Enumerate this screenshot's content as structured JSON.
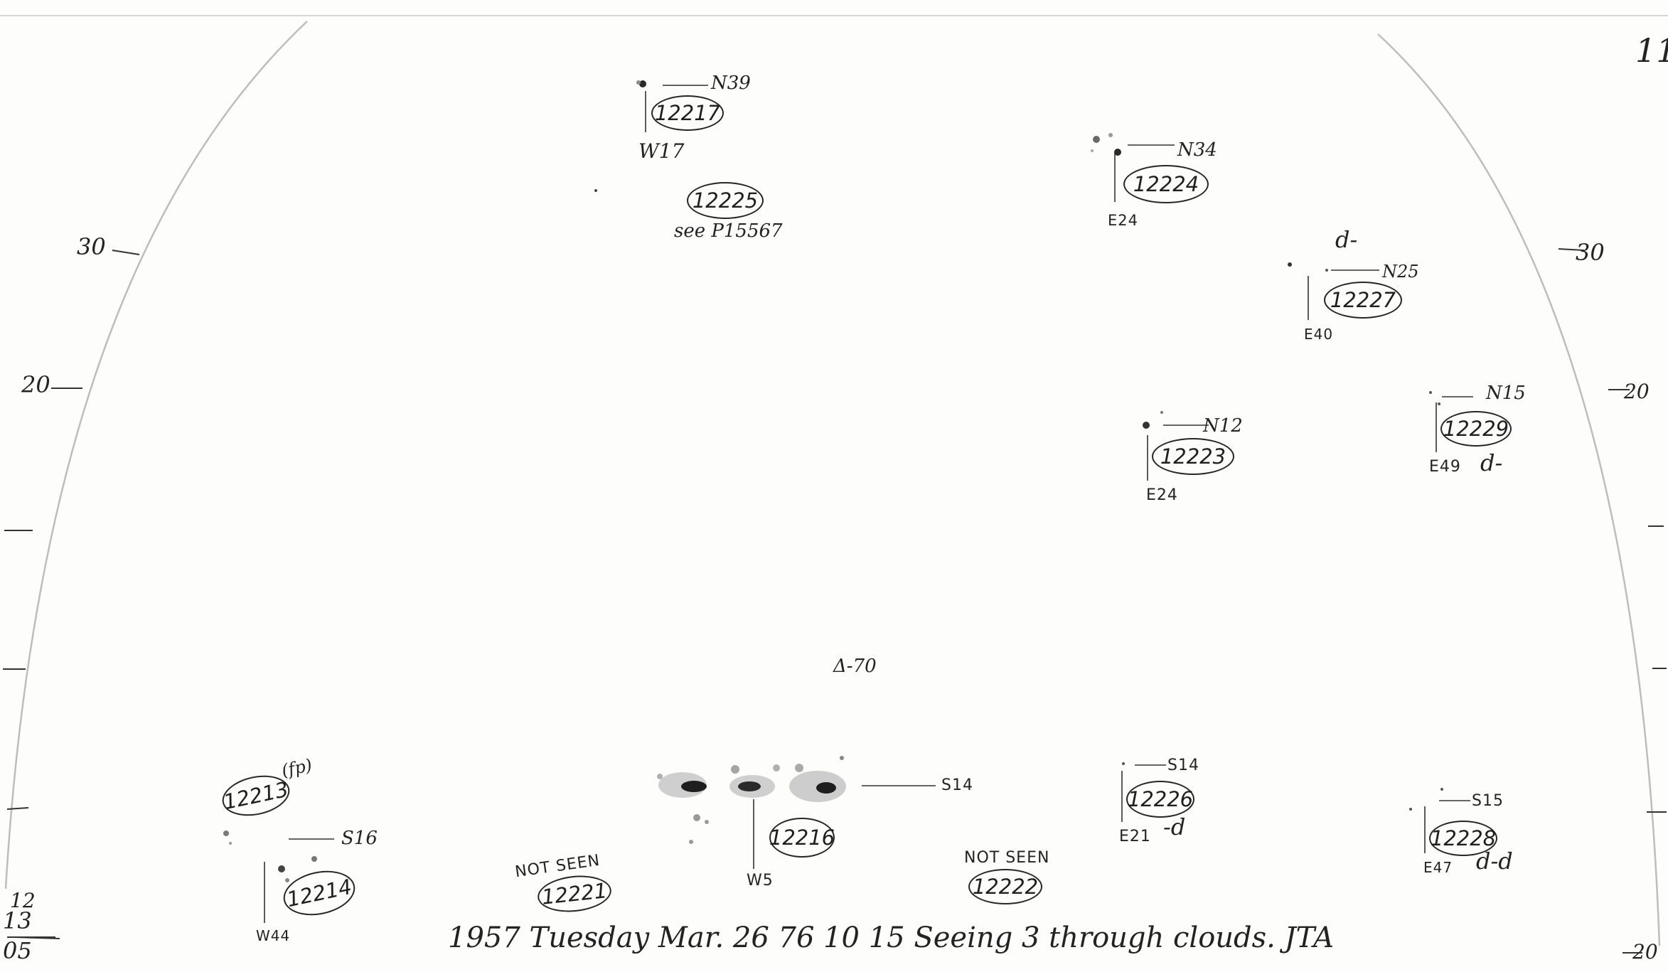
{
  "page_number": "11",
  "limb_marks": {
    "left_30": "30",
    "left_20": "20",
    "right_30": "30",
    "right_20": "20",
    "right_bottom": "20"
  },
  "corner_note": {
    "line1": "12",
    "line2": "13",
    "line3": "05"
  },
  "center_mark": "Δ-70",
  "reference_note": "see P15567",
  "groups": [
    {
      "number": "12217",
      "lat": "N39",
      "lon": "W17"
    },
    {
      "number": "12225"
    },
    {
      "number": "12224",
      "lat": "N34",
      "lon": "E24"
    },
    {
      "number": "12227",
      "lat": "N25",
      "lon": "E40",
      "note": "d-"
    },
    {
      "number": "12223",
      "lat": "N12",
      "lon": "E24"
    },
    {
      "number": "12229",
      "lat": "N15",
      "lon": "E49",
      "note": "d-"
    },
    {
      "number": "12213",
      "note": "(fp)"
    },
    {
      "number": "12214",
      "lat": "S16",
      "lon": "W44"
    },
    {
      "number": "12221",
      "status": "NOT SEEN"
    },
    {
      "number": "12216",
      "lat": "S14",
      "lon": "W5"
    },
    {
      "number": "12222",
      "status": "NOT SEEN"
    },
    {
      "number": "12226",
      "lat": "S14",
      "lon": "E21",
      "note": "-d"
    },
    {
      "number": "12228",
      "lat": "S15",
      "lon": "E47",
      "note": "d-d"
    }
  ],
  "footer": "1957 Tuesday Mar. 26 76 10 15 Seeing 3 through clouds. JTA"
}
